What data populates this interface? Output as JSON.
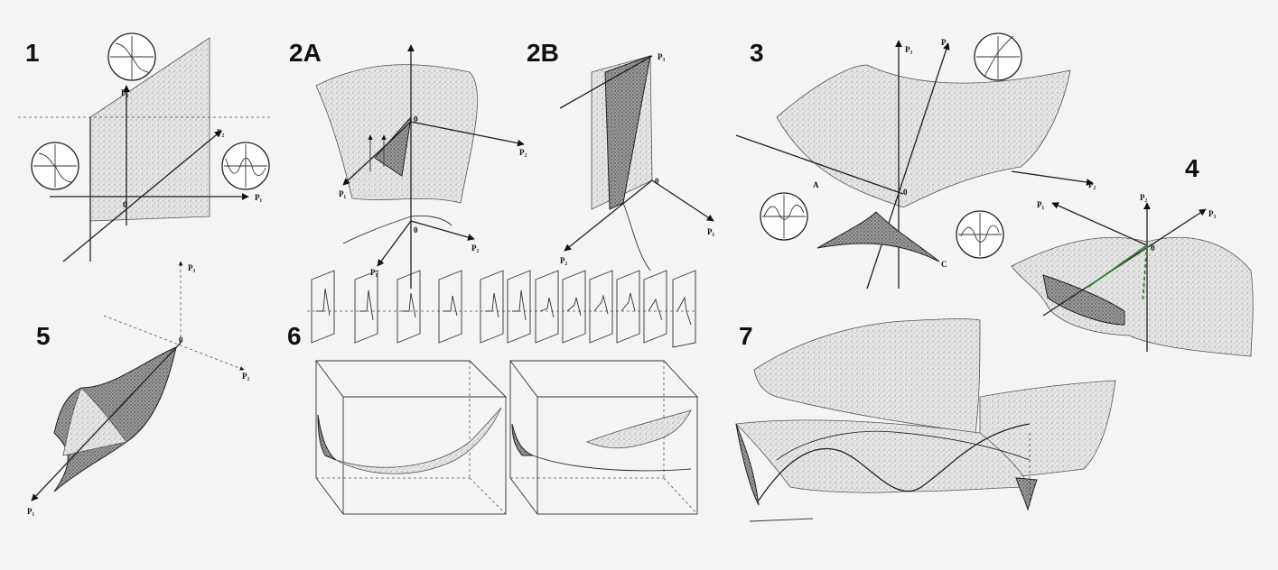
{
  "panels": [
    {
      "id": "1",
      "label": "1"
    },
    {
      "id": "2A",
      "label": "2A"
    },
    {
      "id": "2B",
      "label": "2B"
    },
    {
      "id": "3",
      "label": "3"
    },
    {
      "id": "4",
      "label": "4"
    },
    {
      "id": "5",
      "label": "5"
    },
    {
      "id": "6",
      "label": "6"
    },
    {
      "id": "7",
      "label": "7"
    }
  ],
  "axis_labels": {
    "p1": "P₁",
    "p2": "P₂",
    "p3": "P₃",
    "origin": "0"
  },
  "point_labels": {
    "a": "A",
    "c": "C"
  }
}
